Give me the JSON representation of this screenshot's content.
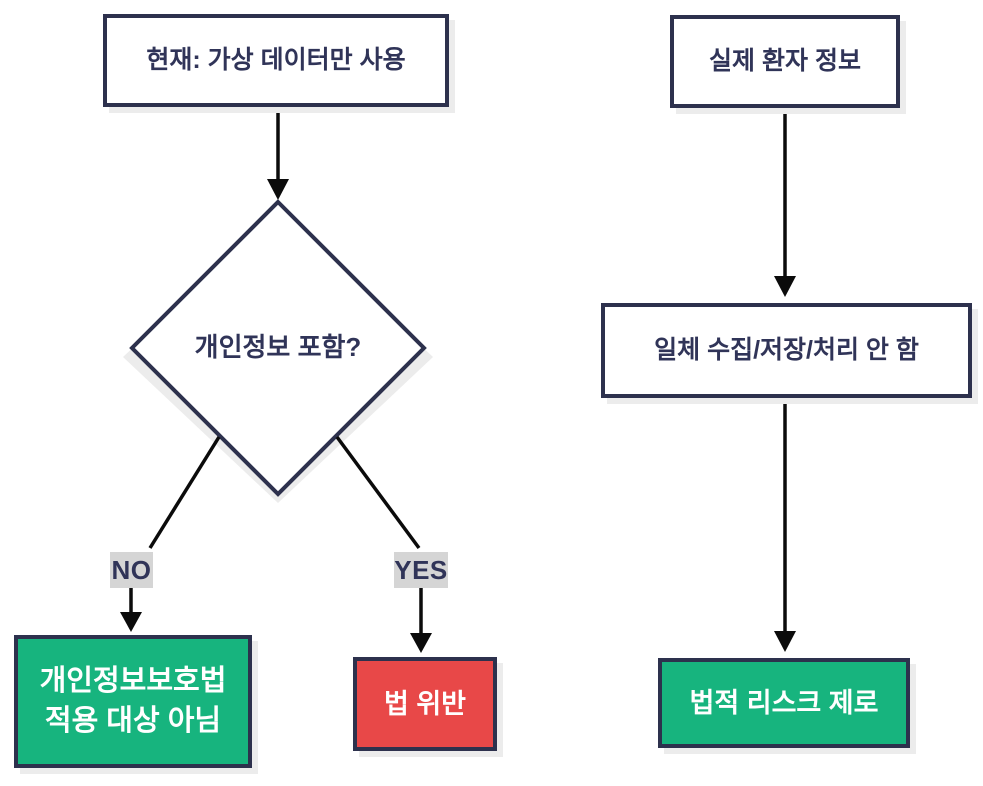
{
  "diagram": {
    "title": "personal-data-legal-risk-flowchart",
    "left_flow": {
      "current_state": "현재: 가상 데이터만 사용",
      "decision": "개인정보 포함?",
      "no_label": "NO",
      "yes_label": "YES",
      "exempt_line1": "개인정보보호법",
      "exempt_line2": "적용 대상 아님",
      "violation": "법 위반"
    },
    "right_flow": {
      "real_info": "실제 환자 정보",
      "no_processing": "일체 수집/저장/처리 안 함",
      "zero_risk": "법적 리스크 제로"
    },
    "colors": {
      "border": "#2d314d",
      "text_dark": "#303458",
      "green": "#17b47e",
      "red": "#e84848",
      "label_bg": "#d5d5d5",
      "shadow": "#ececec",
      "arrow": "#0b0b0b"
    }
  }
}
